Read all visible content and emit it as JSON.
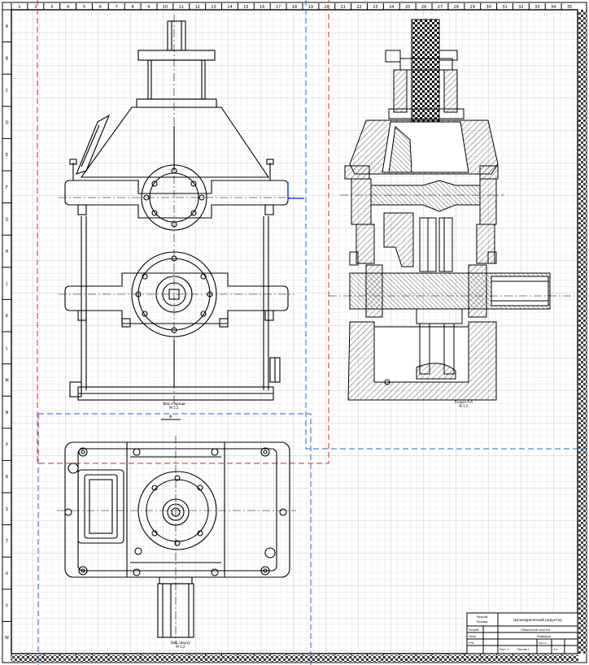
{
  "drawing": {
    "zones_top": [
      "1",
      "2",
      "3",
      "4",
      "5",
      "6",
      "7",
      "8",
      "9",
      "10",
      "11",
      "12",
      "13",
      "14",
      "15",
      "16",
      "17",
      "18",
      "19",
      "20",
      "21",
      "22",
      "23",
      "24",
      "25",
      "26",
      "27",
      "28",
      "29",
      "30",
      "31",
      "32",
      "33",
      "34",
      "35"
    ],
    "zones_side": [
      "A",
      "B",
      "C",
      "D",
      "E",
      "F",
      "G",
      "H",
      "J",
      "K",
      "L",
      "M",
      "N",
      "P",
      "R",
      "S",
      "T",
      "U",
      "V",
      "W"
    ],
    "colors": {
      "line": "#000000",
      "grid": "#d2d2d2",
      "frame_red": "#d62a2a",
      "frame_blue": "#2a62d6",
      "hatch": "#333333"
    }
  },
  "views": {
    "front_label": "Вид спереди",
    "front_scale": "М 1:2",
    "section_label": "Разрез А-А",
    "section_scale": "М 1:2",
    "top_label": "Вид сверху",
    "top_scale": "М 1:2",
    "section_mark": "А"
  },
  "title_block": {
    "left_top": "Разраб.",
    "left_sub": "Провер.",
    "title": "Цилиндрический редуктор",
    "doc_name": "Сборочный чертеж",
    "org": "Кафедра",
    "rows": [
      {
        "role": "Разраб.",
        "name": ""
      },
      {
        "role": "Пров.",
        "name": ""
      },
      {
        "role": "Утв.",
        "name": ""
      }
    ],
    "sheet": "Лист 1",
    "sheets": "Листов 1",
    "mass": "Масса",
    "scale": "1:2"
  }
}
